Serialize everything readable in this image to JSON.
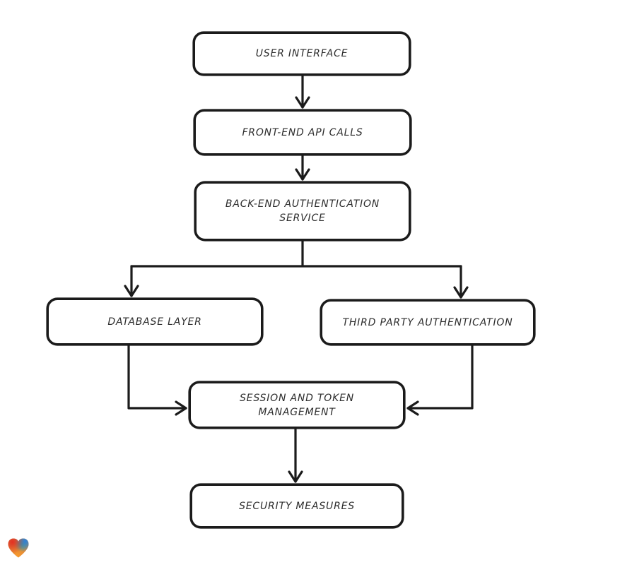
{
  "diagram": {
    "type": "flowchart",
    "background_color": "#ffffff",
    "stroke_color": "#1b1b1b",
    "node_fill_color": "#ffffff",
    "text_color": "#2d2d2d",
    "nodes": [
      {
        "id": "user-interface",
        "label": "USER INTERFACE"
      },
      {
        "id": "front-end-api-calls",
        "label": "FRONT-END API CALLS"
      },
      {
        "id": "back-end-authentication-service",
        "label": "BACK-END AUTHENTICATION SERVICE"
      },
      {
        "id": "database-layer",
        "label": "DATABASE LAYER"
      },
      {
        "id": "third-party-authentication",
        "label": "THIRD PARTY AUTHENTICATION"
      },
      {
        "id": "session-and-token-management",
        "label": "SESSION AND TOKEN MANAGEMENT"
      },
      {
        "id": "security-measures",
        "label": "SECURITY MEASURES"
      }
    ],
    "edges": [
      {
        "from": "user-interface",
        "to": "front-end-api-calls"
      },
      {
        "from": "front-end-api-calls",
        "to": "back-end-authentication-service"
      },
      {
        "from": "back-end-authentication-service",
        "to": "database-layer"
      },
      {
        "from": "back-end-authentication-service",
        "to": "third-party-authentication"
      },
      {
        "from": "database-layer",
        "to": "session-and-token-management"
      },
      {
        "from": "third-party-authentication",
        "to": "session-and-token-management"
      },
      {
        "from": "session-and-token-management",
        "to": "security-measures"
      }
    ],
    "watermark": {
      "icon": "heart-gradient-logo",
      "colors": [
        "#e33023",
        "#2aa894",
        "#2f7fd6",
        "#f8992d"
      ]
    }
  }
}
